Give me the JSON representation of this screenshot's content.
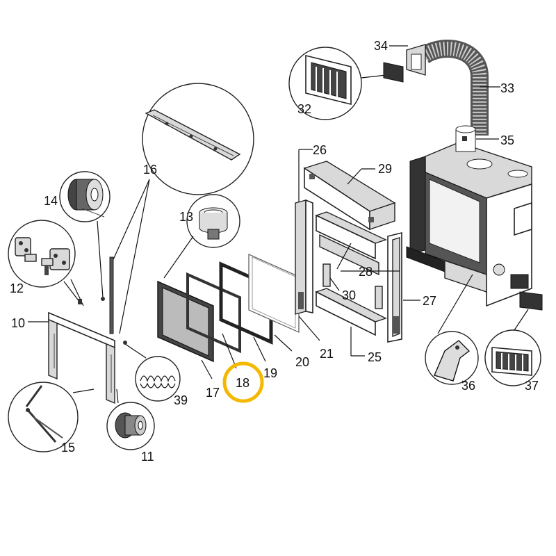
{
  "diagram": {
    "labels": {
      "p10": "10",
      "p11": "11",
      "p12": "12",
      "p13": "13",
      "p14": "14",
      "p15": "15",
      "p16": "16",
      "p17": "17",
      "p18": "18",
      "p19": "19",
      "p20": "20",
      "p21": "21",
      "p25": "25",
      "p26": "26",
      "p27": "27",
      "p28": "28",
      "p29": "29",
      "p30": "30",
      "p32": "32",
      "p33": "33",
      "p34": "34",
      "p35": "35",
      "p36": "36",
      "p37": "37",
      "p39": "39"
    },
    "highlight": {
      "part": "18",
      "color": "#f5b800"
    }
  }
}
